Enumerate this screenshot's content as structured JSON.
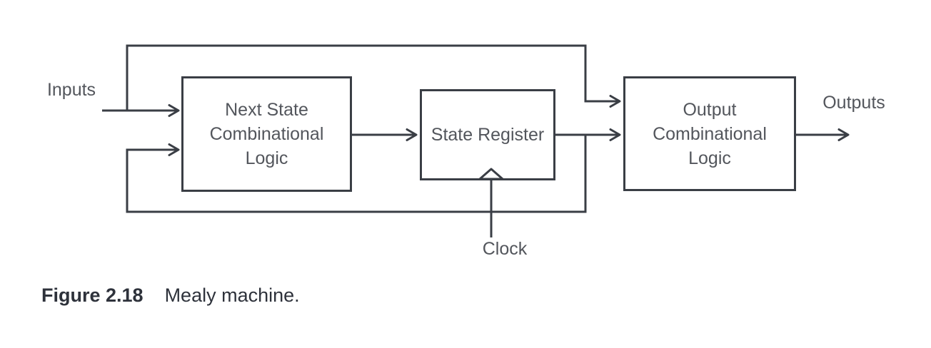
{
  "figure": {
    "label": "Figure 2.18",
    "caption": "Mealy machine."
  },
  "colors": {
    "line": "#3a3e45",
    "node_text": "#53565c",
    "caption_text": "#2e323b",
    "background": "#ffffff"
  },
  "diagram": {
    "type": "block-diagram",
    "title": "Mealy machine",
    "nodes": [
      {
        "id": "next-state-logic",
        "label": "Next State\nCombinational\nLogic"
      },
      {
        "id": "state-register",
        "label": "State Register"
      },
      {
        "id": "output-logic",
        "label": "Output\nCombinational\nLogic"
      }
    ],
    "labels": {
      "inputs": "Inputs",
      "outputs": "Outputs",
      "clock": "Clock"
    },
    "edges": [
      "Inputs -> Next State Combinational Logic",
      "Inputs -> Output Combinational Logic",
      "Next State Combinational Logic -> State Register",
      "State Register -> Output Combinational Logic",
      "State Register -> Next State Combinational Logic (feedback)",
      "Clock -> State Register (clock edge input)",
      "Output Combinational Logic -> Outputs"
    ]
  }
}
